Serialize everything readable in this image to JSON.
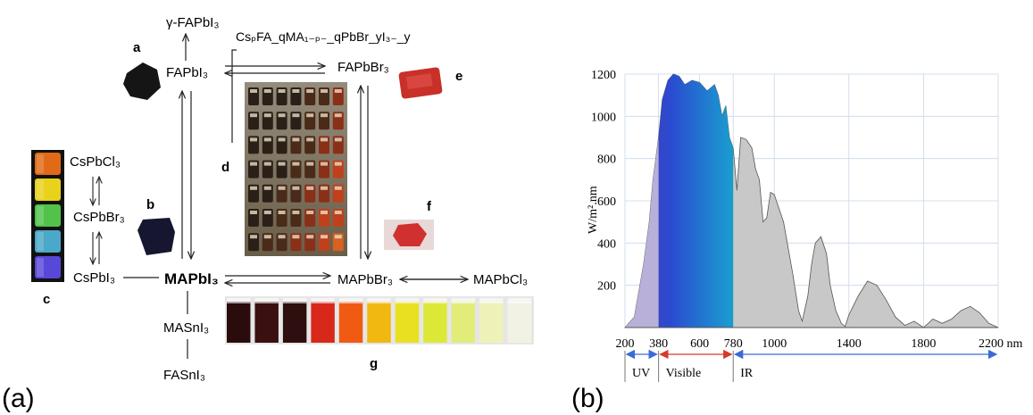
{
  "panel_a": {
    "label": "(a)",
    "compounds": {
      "gamma_fapbi3": "γ-FAPbI₃",
      "mixed": "CsₚFA_qMA₁₋ₚ₋_qPbBr_yI₃₋_y",
      "fapbi3": "FAPbI₃",
      "fapbbr3": "FAPbBr₃",
      "cspbcl3": "CsPbCl₃",
      "cspbbr3": "CsPbBr₃",
      "cspbi3": "CsPbI₃",
      "mapbi3": "MAPbI₃",
      "mapbbr3": "MAPbBr₃",
      "mapbcl3": "MAPbCl₃",
      "masni3": "MASnI₃",
      "fasni3": "FASnI₃"
    },
    "sublabels": {
      "a": "a",
      "b": "b",
      "c": "c",
      "d": "d",
      "e": "e",
      "f": "f",
      "g": "g"
    },
    "cs_vial_colors": [
      "#e06a18",
      "#e8d21c",
      "#52c24a",
      "#4aa8c8",
      "#5848d8"
    ],
    "g_vial_colors": [
      "#2a0c0c",
      "#3a1010",
      "#2e0e0e",
      "#d8281a",
      "#f05a12",
      "#f0b810",
      "#e8e020",
      "#dce838",
      "#e2ec78",
      "#eef2b8",
      "#f2f2e4"
    ]
  },
  "panel_b": {
    "label": "(b)",
    "chart_data": {
      "type": "area",
      "title": "",
      "xlabel": "",
      "ylabel": "W/m².nm",
      "x_unit": "nm",
      "xlim": [
        200,
        2200
      ],
      "ylim": [
        0,
        1200
      ],
      "yticks": [
        "200",
        "400",
        "600",
        "800",
        "1000",
        "1200"
      ],
      "xticks": [
        "200",
        "380",
        "600",
        "780",
        "1000",
        "1400",
        "1800",
        "2200 nm"
      ],
      "regions": [
        {
          "name": "UV",
          "from": 200,
          "to": 380
        },
        {
          "name": "Visible",
          "from": 380,
          "to": 780
        },
        {
          "name": "IR",
          "from": 780,
          "to": 2200
        }
      ],
      "colors": {
        "fill": "#c8c8c8",
        "uv": "#6a5acd",
        "arrow_blue": "#3a6bd6",
        "arrow_red": "#d33a2a",
        "grid": "#c9d7ea"
      },
      "x": [
        200,
        250,
        300,
        330,
        350,
        380,
        400,
        430,
        460,
        490,
        520,
        560,
        600,
        640,
        680,
        700,
        720,
        740,
        760,
        780,
        800,
        820,
        850,
        880,
        900,
        920,
        940,
        960,
        980,
        1000,
        1050,
        1100,
        1130,
        1150,
        1180,
        1200,
        1220,
        1250,
        1280,
        1300,
        1330,
        1360,
        1380,
        1400,
        1450,
        1500,
        1550,
        1600,
        1650,
        1700,
        1750,
        1800,
        1850,
        1900,
        1950,
        2000,
        2050,
        2100,
        2150,
        2200
      ],
      "y": [
        0,
        50,
        300,
        500,
        700,
        900,
        1080,
        1170,
        1200,
        1190,
        1150,
        1170,
        1160,
        1120,
        1150,
        1100,
        1000,
        1050,
        900,
        850,
        650,
        900,
        890,
        850,
        750,
        700,
        500,
        520,
        640,
        630,
        500,
        250,
        80,
        30,
        150,
        300,
        400,
        430,
        350,
        200,
        80,
        20,
        5,
        60,
        150,
        220,
        200,
        130,
        50,
        10,
        30,
        0,
        40,
        20,
        40,
        80,
        100,
        70,
        20,
        0
      ]
    }
  }
}
